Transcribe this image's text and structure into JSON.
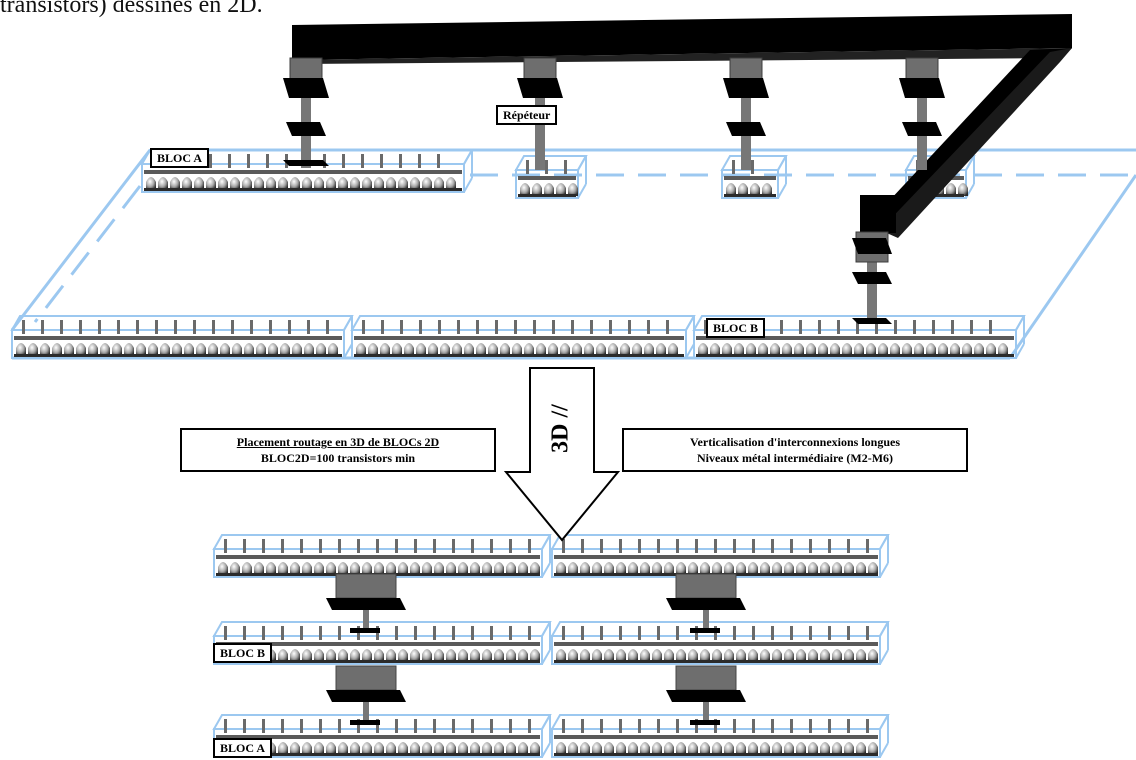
{
  "caption_top": "transistors) dessinés en 2D.",
  "labels": {
    "bloc_a_top": "BLOC A",
    "repeteur": "Répéteur",
    "bloc_b_top": "BLOC B",
    "bloc_b_bottom": "BLOC B",
    "bloc_a_bottom": "BLOC A"
  },
  "arrow_label": "3D //",
  "left_box": {
    "line1": "Placement routage en 3D  de BLOCs 2D",
    "line2": "BLOC2D=100 transistors min"
  },
  "right_box": {
    "line1": "Verticalisation d'interconnexions longues",
    "line2": "Niveaux métal intermédiaire  (M2-M6)"
  },
  "colors": {
    "plane_outline": "#9cc8f0",
    "metal": "#000000",
    "via": "#6e6e6e"
  }
}
